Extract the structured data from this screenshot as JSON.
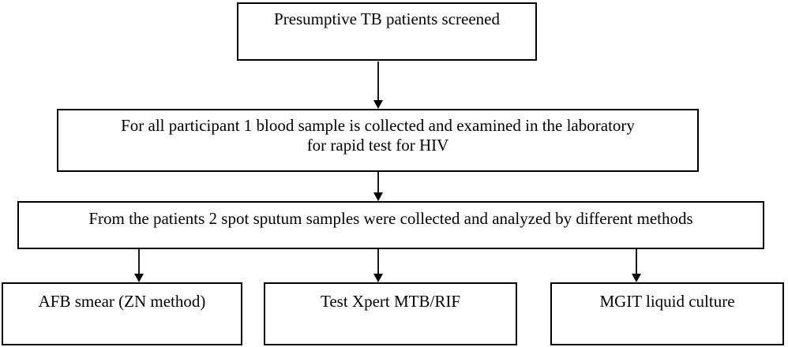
{
  "diagram": {
    "type": "flowchart",
    "orientation": "top-to-bottom",
    "colors": {
      "background": "#ffffff",
      "node_border": "#000000",
      "node_fill": "#ffffff",
      "text": "#000000",
      "connector": "#000000"
    },
    "nodes": [
      {
        "id": "screened",
        "label": "Presumptive TB patients screened",
        "level": 1
      },
      {
        "id": "blood_sample",
        "label": "For all participant 1 blood sample is collected and examined in the laboratory\nfor rapid test for HIV",
        "level": 2
      },
      {
        "id": "sputum",
        "label": "From the patients 2 spot sputum samples were collected and analyzed by different methods",
        "level": 3
      },
      {
        "id": "afb",
        "label": "AFB smear (ZN method)",
        "level": 4
      },
      {
        "id": "xpert",
        "label": "Test Xpert MTB/RIF",
        "level": 4
      },
      {
        "id": "mgit",
        "label": "MGIT liquid culture",
        "level": 4
      }
    ],
    "edges": [
      {
        "id": "e1",
        "from": "screened",
        "to": "blood_sample",
        "style": "solid-arrow"
      },
      {
        "id": "e2",
        "from": "blood_sample",
        "to": "sputum",
        "style": "solid-arrow"
      },
      {
        "id": "e3",
        "from": "sputum",
        "to": "afb",
        "style": "solid-arrow"
      },
      {
        "id": "e4",
        "from": "sputum",
        "to": "xpert",
        "style": "solid-arrow"
      },
      {
        "id": "e5",
        "from": "sputum",
        "to": "mgit",
        "style": "solid-arrow"
      }
    ]
  }
}
